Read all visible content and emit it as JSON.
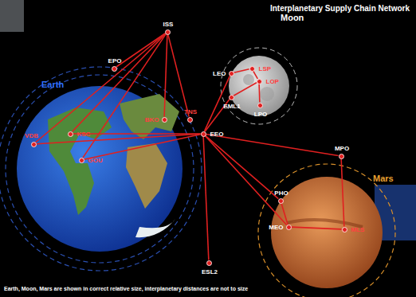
{
  "diagram": {
    "title": "Interplanetary Supply Chain Network",
    "caption": "Earth, Moon, Mars are shown in correct relative size, interplanetary distances are not to size",
    "nodes": [
      {
        "text": [
          "EPO"
        ]
      },
      {
        "text": [
          "ISS"
        ]
      },
      {
        "text": [
          "VDB"
        ]
      },
      {
        "text": [
          "KSC"
        ]
      },
      {
        "text": [
          "GOU"
        ]
      },
      {
        "text": [
          "BKO"
        ]
      },
      {
        "text": [
          "TNS"
        ]
      },
      {
        "text": [
          "LEO"
        ]
      },
      {
        "text": [
          "LSP"
        ]
      },
      {
        "text": [
          "LOP"
        ]
      },
      {
        "text": [
          "EML1"
        ]
      },
      {
        "text": [
          "LPO"
        ]
      },
      {
        "text": [
          "EEO"
        ]
      },
      {
        "text": [
          "MPO"
        ]
      },
      {
        "text": [
          "PHO"
        ]
      },
      {
        "text": [
          "MEO"
        ]
      },
      {
        "text": [
          "MLS"
        ]
      },
      {
        "text": [
          "ESL2"
        ]
      }
    ],
    "edges": [
      {
        "from": 1,
        "to": 0,
        "arrow": "none"
      },
      {
        "from": 1,
        "to": 2,
        "arrow": "none"
      },
      {
        "from": 1,
        "to": 3,
        "arrow": "none"
      },
      {
        "from": 1,
        "to": 4,
        "arrow": "none"
      },
      {
        "from": 1,
        "to": 5,
        "arrow": "none"
      },
      {
        "from": 1,
        "to": 6,
        "arrow": "none"
      },
      {
        "from": 12,
        "to": 2,
        "arrow": "none"
      },
      {
        "from": 12,
        "to": 3,
        "arrow": "none"
      },
      {
        "from": 12,
        "to": 4,
        "arrow": "none"
      },
      {
        "from": 12,
        "to": 7,
        "arrow": "none"
      },
      {
        "from": 12,
        "to": 10,
        "arrow": "none"
      },
      {
        "from": 7,
        "to": 8,
        "arrow": "none"
      },
      {
        "from": 8,
        "to": 9,
        "arrow": "none"
      },
      {
        "from": 10,
        "to": 9,
        "arrow": "none"
      },
      {
        "from": 11,
        "to": 9,
        "arrow": "none"
      },
      {
        "from": 12,
        "to": 13,
        "arrow": "none"
      },
      {
        "from": 12,
        "to": 14,
        "arrow": "none"
      },
      {
        "from": 12,
        "to": 15,
        "arrow": "none"
      },
      {
        "from": 12,
        "to": 17,
        "arrow": "none"
      },
      {
        "from": 13,
        "to": 16,
        "arrow": "none"
      },
      {
        "from": 15,
        "to": 16,
        "arrow": "none"
      },
      {
        "from": 14,
        "to": 15,
        "arrow": "none"
      }
    ],
    "labels": [
      "Earth",
      "Moon",
      "Mars"
    ]
  }
}
